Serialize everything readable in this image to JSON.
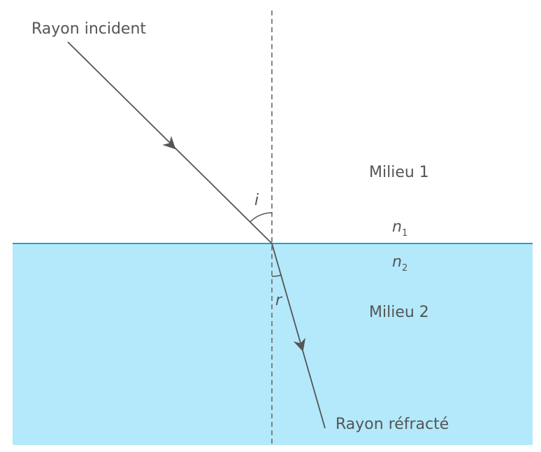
{
  "labels": {
    "incident_ray": "Rayon incident",
    "refracted_ray": "Rayon réfracté",
    "medium_1": "Milieu 1",
    "medium_2": "Milieu 2",
    "angle_incidence": "i",
    "angle_refraction": "r",
    "index_1": {
      "symbol": "n",
      "subscript": "1"
    },
    "index_2": {
      "symbol": "n",
      "subscript": "2"
    }
  },
  "colors": {
    "medium_2_fill": "#b3e9fb",
    "interface_line": "#2a9fc0",
    "rays": "#555555",
    "normal": "#777777",
    "text": "#555555"
  }
}
